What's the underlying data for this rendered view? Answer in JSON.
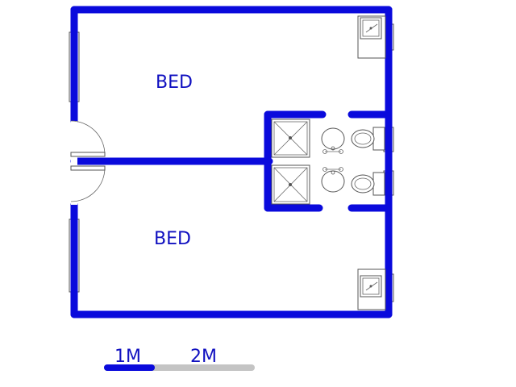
{
  "rooms": [
    {
      "label": "BED"
    },
    {
      "label": "BED"
    }
  ],
  "scale_bar": {
    "labels": [
      "1M",
      "2M"
    ]
  },
  "colors": {
    "walls": "#0a0adc",
    "labels": "#1010c0",
    "scale_primary": "#0a0adc",
    "scale_secondary": "#c4c4c4",
    "fixtures": "#555555"
  }
}
